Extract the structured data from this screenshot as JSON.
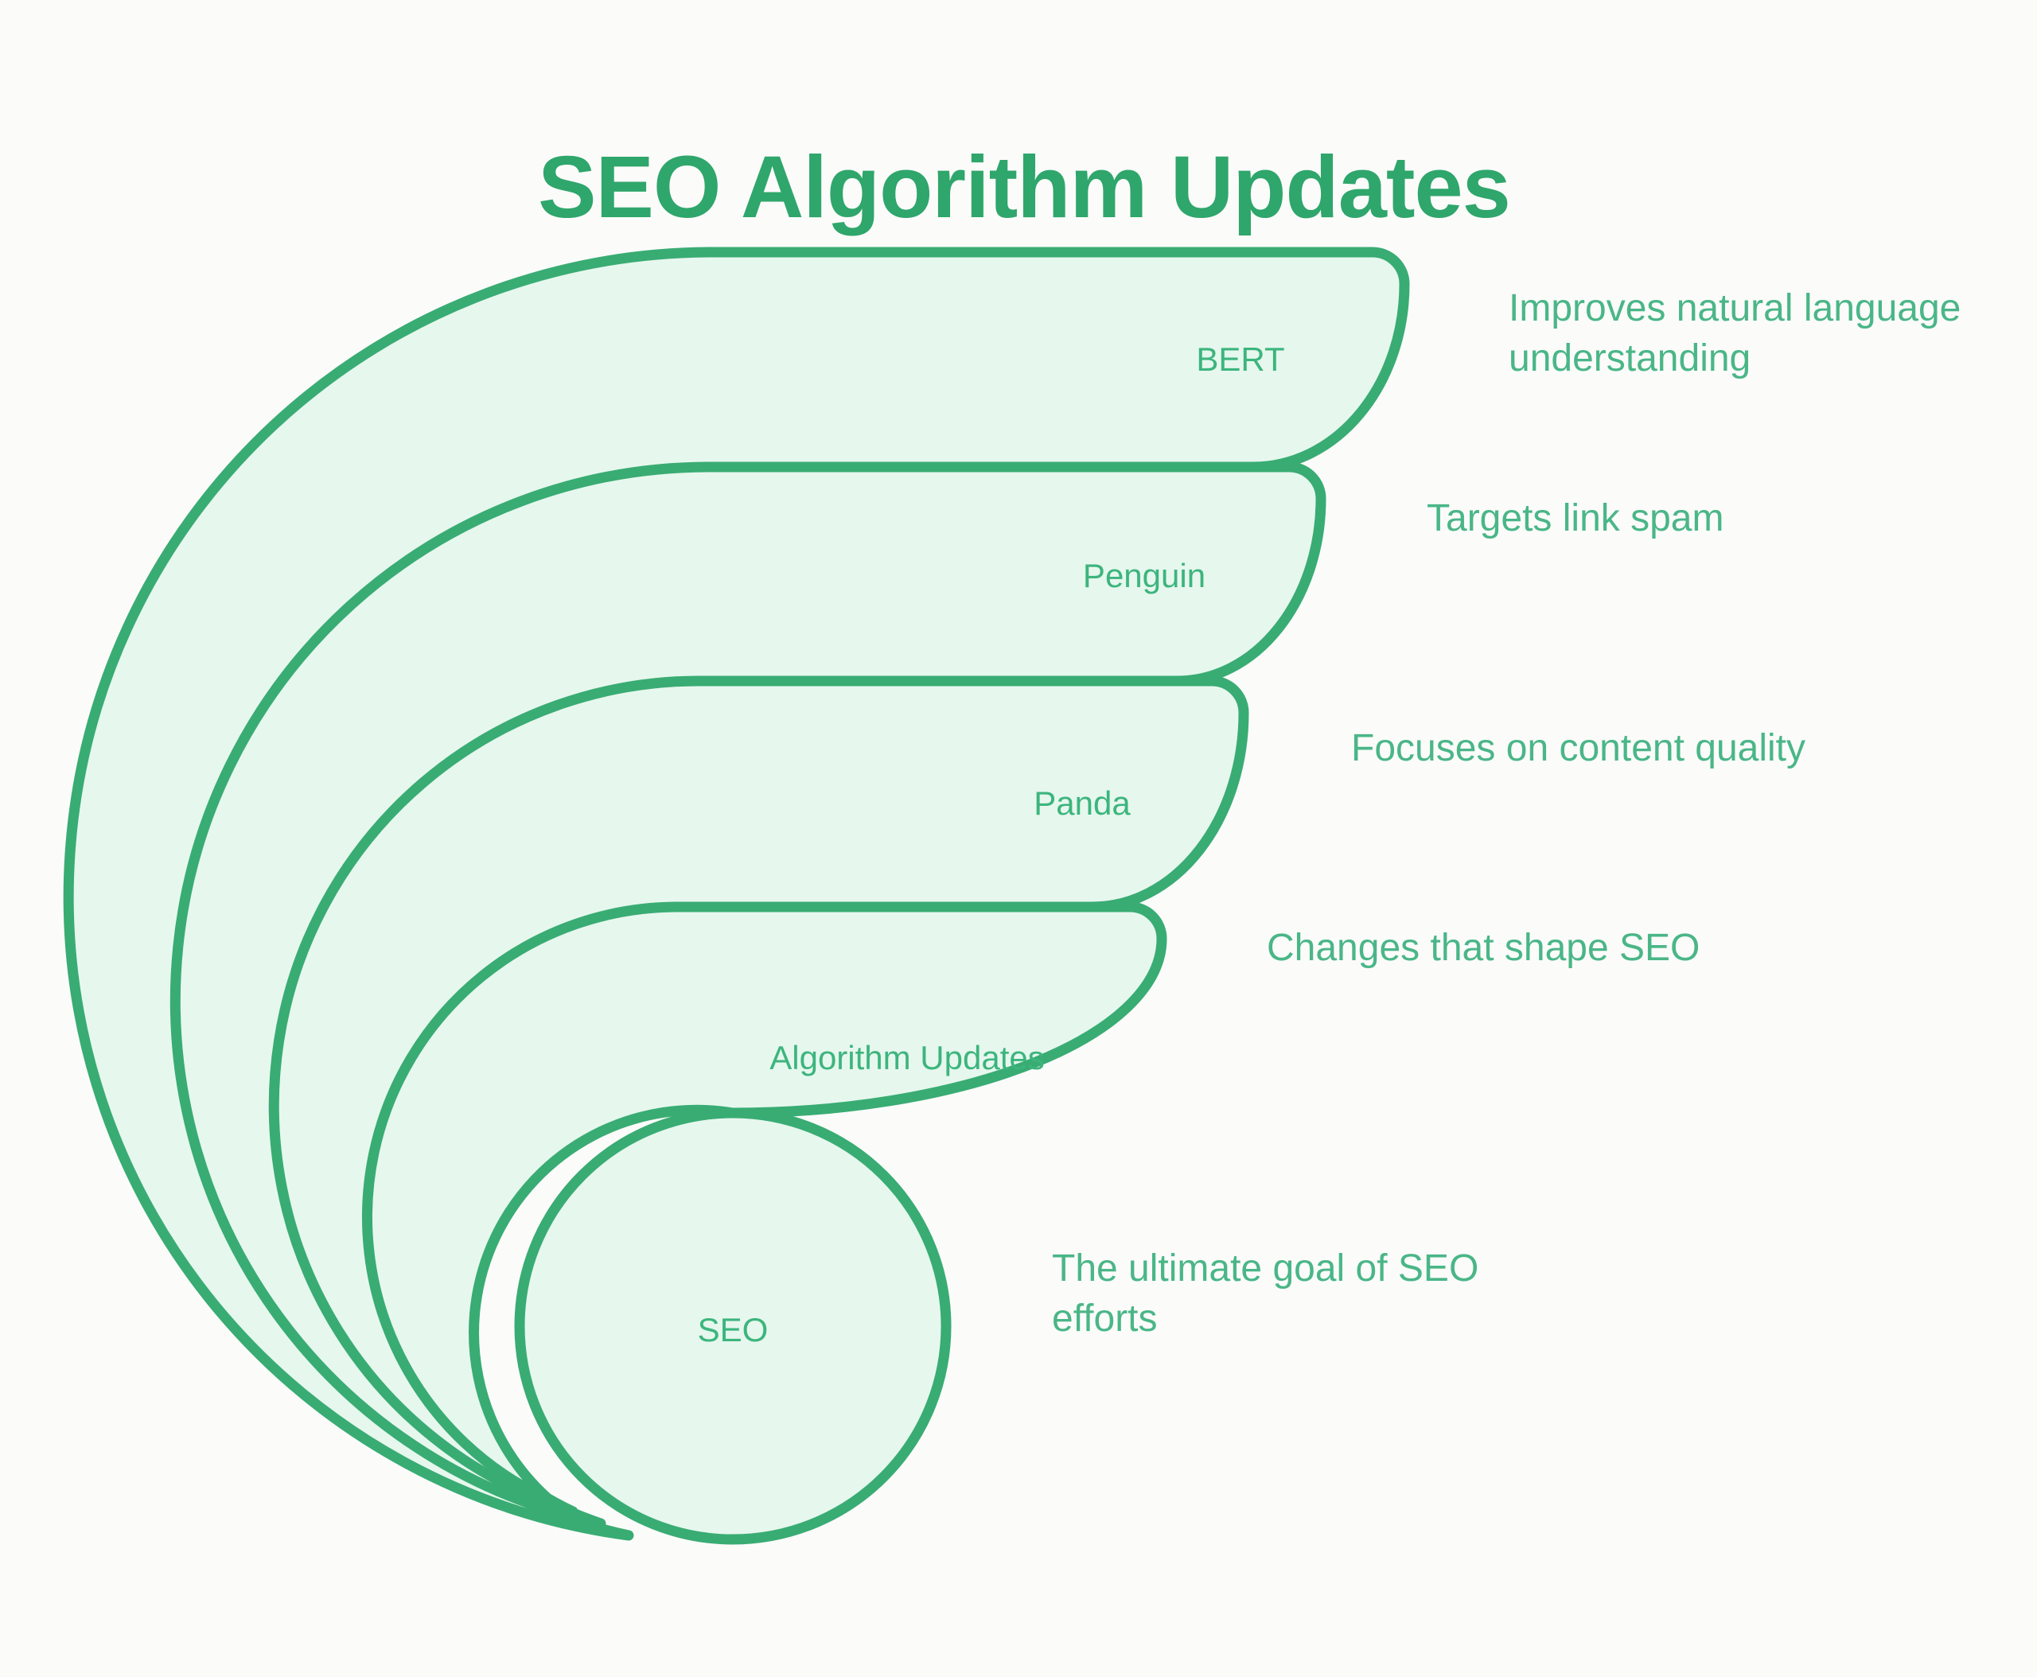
{
  "title": "SEO Algorithm Updates",
  "colors": {
    "accent_green_stroke": "#39ac73",
    "fill_mint": "#e6f7ee",
    "title_green": "#2fa66b",
    "label_green": "#3cb57d",
    "description_green": "#4ab687",
    "background": "#fbfbfa"
  },
  "diagram": {
    "type": "nested-petal-diagram",
    "items": [
      {
        "id": "bert",
        "label": "BERT",
        "description": "Improves natural language understanding"
      },
      {
        "id": "penguin",
        "label": "Penguin",
        "description": "Targets link spam"
      },
      {
        "id": "panda",
        "label": "Panda",
        "description": "Focuses on content quality"
      },
      {
        "id": "algorithm-updates",
        "label": "Algorithm Updates",
        "description": "Changes that shape SEO"
      },
      {
        "id": "seo",
        "label": "SEO",
        "description": "The ultimate goal of SEO efforts"
      }
    ]
  }
}
